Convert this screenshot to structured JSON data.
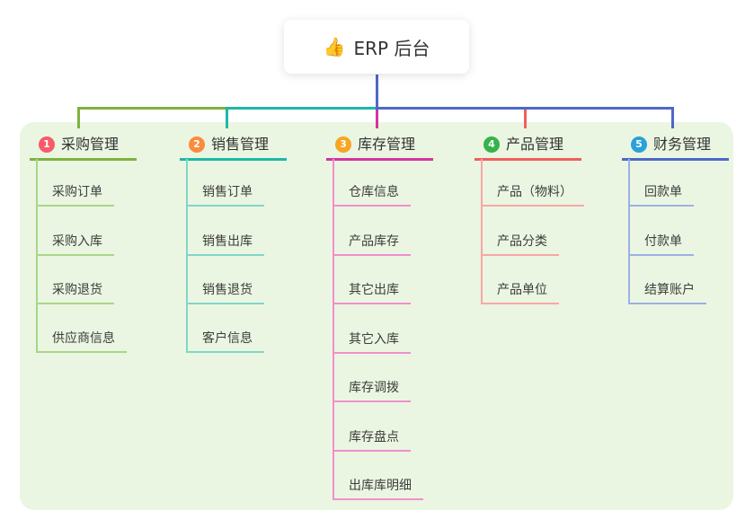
{
  "root": {
    "icon": "👍",
    "label": "ERP 后台"
  },
  "branches": [
    {
      "badge": "1",
      "label": "采购管理",
      "accent": "#7fb23f",
      "child_line": "#aad687",
      "badge_color": "#f85a6a",
      "children": [
        "采购订单",
        "采购入库",
        "采购退货",
        "供应商信息"
      ]
    },
    {
      "badge": "2",
      "label": "销售管理",
      "accent": "#1db8a8",
      "child_line": "#82d5c9",
      "badge_color": "#fb8b3d",
      "children": [
        "销售订单",
        "销售出库",
        "销售退货",
        "客户信息"
      ]
    },
    {
      "badge": "3",
      "label": "库存管理",
      "accent": "#d4359e",
      "child_line": "#f08fce",
      "badge_color": "#f5a623",
      "children": [
        "仓库信息",
        "产品库存",
        "其它出库",
        "其它入库",
        "库存调拨",
        "库存盘点",
        "出库库明细"
      ]
    },
    {
      "badge": "4",
      "label": "产品管理",
      "accent": "#f25e5e",
      "child_line": "#f8a6a6",
      "badge_color": "#36b24a",
      "children": [
        "产品（物料）",
        "产品分类",
        "产品单位"
      ]
    },
    {
      "badge": "5",
      "label": "财务管理",
      "accent": "#4d68c8",
      "child_line": "#9db0e2",
      "badge_color": "#2ba1d9",
      "children": [
        "回款单",
        "付款单",
        "结算账户"
      ]
    }
  ],
  "colors": {
    "panel_bg": "#eaf6e1",
    "root_stem": "#4d68c8",
    "text": "#333333"
  }
}
